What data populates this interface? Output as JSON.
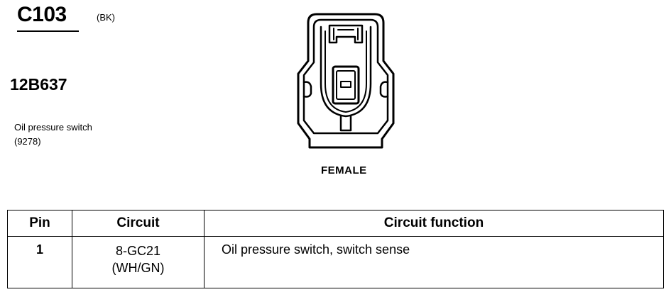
{
  "connector": {
    "id": "C103",
    "color": "(BK)",
    "part_number": "12B637",
    "description_line1": "Oil pressure switch",
    "description_line2": "(9278)",
    "gender": "FEMALE"
  },
  "pin_table": {
    "headers": {
      "pin": "Pin",
      "circuit": "Circuit",
      "function": "Circuit function"
    },
    "rows": [
      {
        "pin": "1",
        "circuit_code": "8-GC21",
        "circuit_color": "(WH/GN)",
        "function": "Oil pressure switch, switch sense"
      }
    ]
  }
}
